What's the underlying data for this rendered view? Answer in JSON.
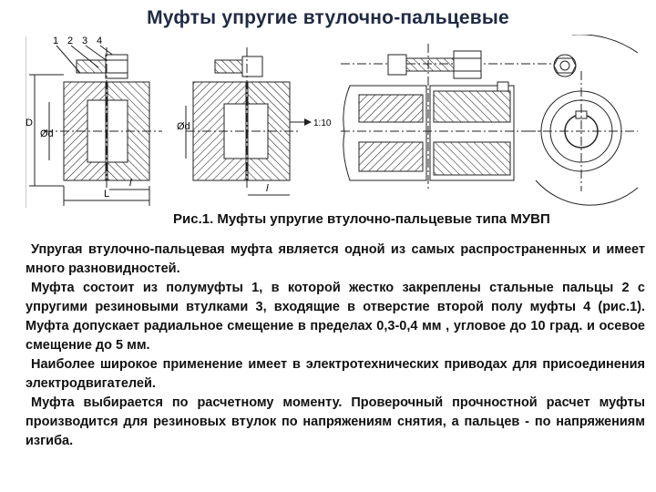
{
  "slide": {
    "title": "Муфты упругие втулочно-пальцевые"
  },
  "figure": {
    "callouts": [
      "1",
      "2",
      "3",
      "4"
    ],
    "dim_labels": [
      "D",
      "Ød",
      "L",
      "l",
      "Ød",
      "l",
      "1:10"
    ],
    "caption": "Рис.1. Муфты упругие втулочно-пальцевые типа МУВП"
  },
  "paragraphs": [
    "Упругая втулочно-пальцевая муфта является одной из самых распространенных и имеет много разновидностей.",
    "Муфта состоит из полумуфты 1, в которой жестко закреплены стальные пальцы 2 с упругими резиновыми втулками 3, входящие в отверстие второй полу муфты 4 (рис.1). Муфта допускает радиальное смещение в пределах 0,3-0,4 мм , угловое до 10 град. и осевое смещение до 5 мм.",
    "Наиболее широкое применение имеет в электротехнических приводах для присоединения электродвигателей.",
    "Муфта выбирается по расчетному моменту. Проверочный прочностной расчет муфты производится для резиновых втулок по напряжениям снятия, а пальцев - по напряжениям изгиба."
  ]
}
